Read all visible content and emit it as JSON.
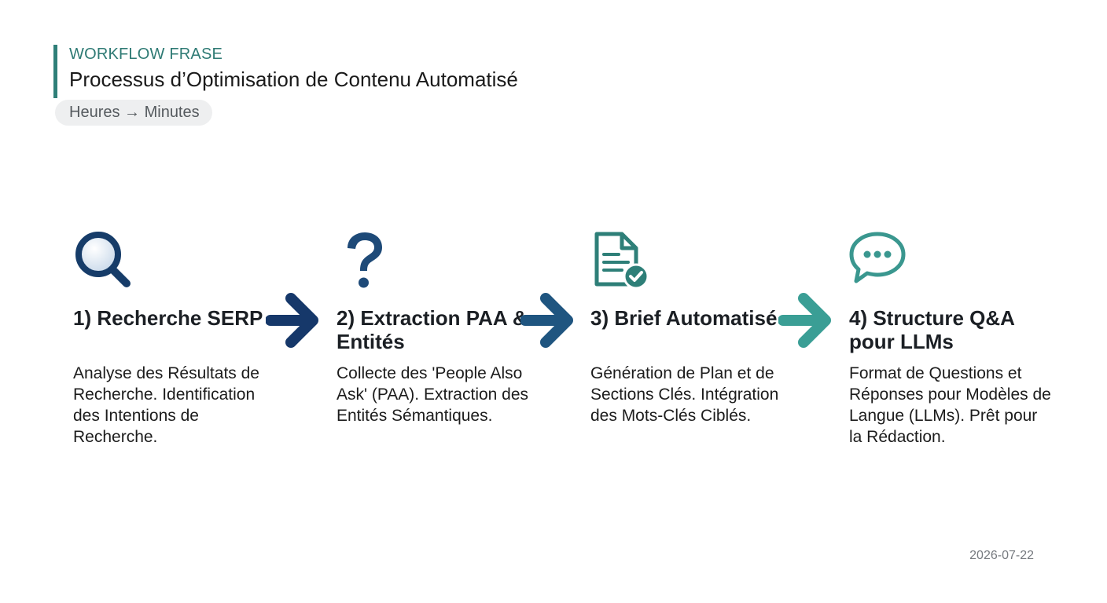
{
  "header": {
    "kicker": "WORKFLOW FRASE",
    "title": "Processus d’Optimisation de Contenu Automatisé",
    "pill": "Heures → Minutes"
  },
  "steps": [
    {
      "icon": "magnifier-icon",
      "title": "1) Recherche SERP",
      "description": "Analyse des Résultats de Recherche. Identification des Intentions de Recherche."
    },
    {
      "icon": "question-mark-icon",
      "title": "2) Extraction PAA & Entités",
      "description": "Collecte des 'People Also Ask' (PAA). Extraction des Entités Sémantiques."
    },
    {
      "icon": "document-check-icon",
      "title": "3) Brief Automatisé",
      "description": "Génération de Plan et de Sections Clés. Intégration des Mots-Clés Ciblés."
    },
    {
      "icon": "chat-bubble-icon",
      "title": "4) Structure Q&A pour LLMs",
      "description": "Format de Questions et Réponses pour Modèles de Langue (LLMs). Prêt pour la Rédaction."
    }
  ],
  "colors": {
    "accent": "#2f7f78",
    "navy": "#143a66",
    "teal": "#3a9e95"
  },
  "footer": {
    "date": "2026-07-22"
  }
}
